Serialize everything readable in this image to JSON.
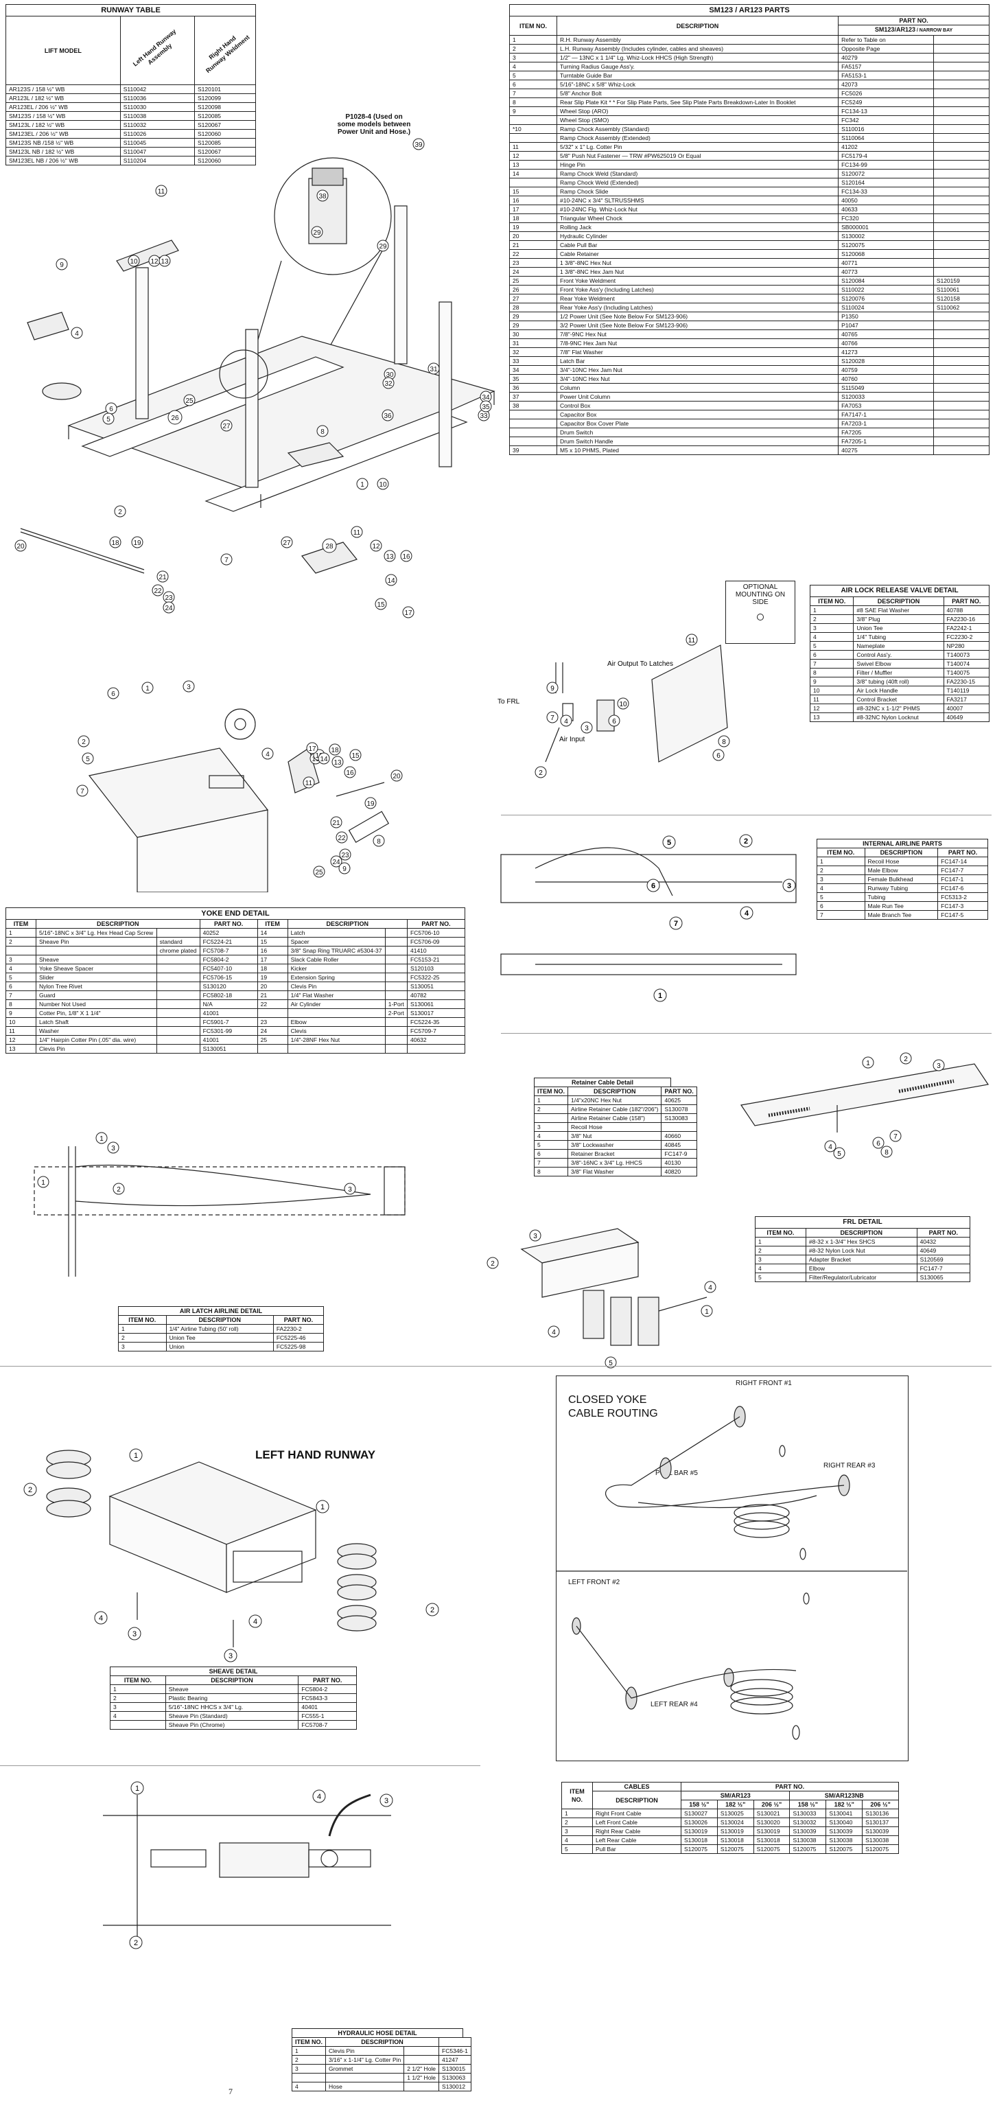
{
  "runway_table": {
    "title": "RUNWAY TABLE",
    "col_model": "LIFT MODEL",
    "col_left": "Left Hand Runway Assembly",
    "col_right": "Right Hand Runway Weldment",
    "rows": [
      [
        "AR123S / 158 ½\" WB",
        "S110042",
        "S120101"
      ],
      [
        "AR123L / 182 ½\" WB",
        "S110036",
        "S120099"
      ],
      [
        "AR123EL / 206 ½\" WB",
        "S110030",
        "S120098"
      ],
      [
        "SM123S / 158 ½\" WB",
        "S110038",
        "S120085"
      ],
      [
        "SM123L / 182 ½\" WB",
        "S110032",
        "S120067"
      ],
      [
        "SM123EL / 206 ½\" WB",
        "S110026",
        "S120060"
      ],
      [
        "SM123S NB /158 ½\" WB",
        "S110045",
        "S120085"
      ],
      [
        "SM123L NB / 182 ½\" WB",
        "S110047",
        "S120067"
      ],
      [
        "SM123EL NB / 206 ½\" WB",
        "S110204",
        "S120060"
      ]
    ]
  },
  "parts_table": {
    "title": "SM123 / AR123  PARTS",
    "col_item": "ITEM NO.",
    "col_desc": "DESCRIPTION",
    "col_part": "PART NO.",
    "col_part_sub": "SM123/AR123",
    "narrow_bay": "NARROW BAY",
    "rows": [
      [
        "1",
        "R.H. Runway Assembly",
        "Refer to Table on",
        ""
      ],
      [
        "2",
        "L.H. Runway Assembly (Includes cylinder, cables and sheaves)",
        "Opposite Page",
        ""
      ],
      [
        "3",
        "1/2\" — 13NC x 1 1/4\" Lg. Whiz-Lock HHCS (High Strength)",
        "40279",
        ""
      ],
      [
        "4",
        "Turning Radius Gauge Ass'y.",
        "FA5157",
        ""
      ],
      [
        "5",
        "Turntable Guide Bar",
        "FA5153-1",
        ""
      ],
      [
        "6",
        "5/16\"-18NC x 5/8\" Whiz-Lock",
        "42073",
        ""
      ],
      [
        "7",
        "5/8\" Anchor Bolt",
        "FC5026",
        ""
      ],
      [
        "8",
        "Rear Slip Plate Kit *   * For Slip Plate Parts, See Slip Plate Parts Breakdown-Later In Booklet",
        "FC5249",
        ""
      ],
      [
        "9",
        "Wheel Stop (ARO)",
        "FC134-13",
        ""
      ],
      [
        "",
        "Wheel Stop (SMO)",
        "FC342",
        ""
      ],
      [
        "*10",
        "Ramp Chock Assembly (Standard)",
        "S110016",
        ""
      ],
      [
        "",
        "Ramp Chock Assembly (Extended)",
        "S110064",
        ""
      ],
      [
        "11",
        "5/32\" x 1\" Lg. Cotter Pin",
        "41202",
        ""
      ],
      [
        "12",
        "5/8\" Push Nut Fastener — TRW #PW625019 Or Equal",
        "FC5179-4",
        ""
      ],
      [
        "13",
        "Hinge Pin",
        "FC134-99",
        ""
      ],
      [
        "14",
        "Ramp Chock Weld (Standard)",
        "S120072",
        ""
      ],
      [
        "",
        "Ramp Chock Weld (Extended)",
        "S120164",
        ""
      ],
      [
        "15",
        "Ramp Chock Slide",
        "FC134-33",
        ""
      ],
      [
        "16",
        "#10-24NC x 3/4\" SLTRUSSHMS",
        "40050",
        ""
      ],
      [
        "17",
        "#10-24NC Flg. Whiz-Lock Nut",
        "40633",
        ""
      ],
      [
        "18",
        "Triangular Wheel Chock",
        "FC320",
        ""
      ],
      [
        "19",
        "Rolling Jack",
        "SB000001",
        ""
      ],
      [
        "20",
        "Hydraulic Cylinder",
        "S130002",
        ""
      ],
      [
        "21",
        "Cable Pull Bar",
        "S120075",
        ""
      ],
      [
        "22",
        "Cable Retainer",
        "S120068",
        ""
      ],
      [
        "23",
        "1 3/8\"-8NC Hex Nut",
        "40771",
        ""
      ],
      [
        "24",
        "1 3/8\"-8NC Hex Jam Nut",
        "40773",
        ""
      ],
      [
        "25",
        "Front Yoke Weldment",
        "S120084",
        "S120159"
      ],
      [
        "26",
        "Front Yoke Ass'y (Including Latches)",
        "S110022",
        "S110061"
      ],
      [
        "27",
        "Rear Yoke Weldment",
        "S120076",
        "S120158"
      ],
      [
        "28",
        "Rear Yoke Ass'y (Including Latches)",
        "S110024",
        "S110062"
      ],
      [
        "29",
        "1/2 Power Unit (See Note Below For SM123-906)",
        "P1350",
        ""
      ],
      [
        "29",
        "3/2 Power Unit (See Note Below For SM123-906)",
        "P1047",
        ""
      ],
      [
        "30",
        "7/8\"-9NC Hex Nut",
        "40765",
        ""
      ],
      [
        "31",
        "7/8-9NC Hex Jam Nut",
        "40766",
        ""
      ],
      [
        "32",
        "7/8\" Flat Washer",
        "41273",
        ""
      ],
      [
        "33",
        "Latch Bar",
        "S120028",
        ""
      ],
      [
        "34",
        "3/4\"-10NC Hex Jam Nut",
        "40759",
        ""
      ],
      [
        "35",
        "3/4\"-10NC Hex Nut",
        "40760",
        ""
      ],
      [
        "36",
        "Column",
        "S115049",
        ""
      ],
      [
        "37",
        "Power Unit Column",
        "S120033",
        ""
      ],
      [
        "38",
        "Control Box",
        "FA7053",
        ""
      ],
      [
        "",
        "Capacitor Box",
        "FA7147-1",
        ""
      ],
      [
        "",
        "Capacitor Box Cover Plate",
        "FA7203-1",
        ""
      ],
      [
        "",
        "Drum Switch",
        "FA7205",
        ""
      ],
      [
        "",
        "Drum Switch Handle",
        "FA7205-1",
        ""
      ],
      [
        "39",
        "M5 x 10 PHMS, Plated",
        "40275",
        ""
      ]
    ]
  },
  "power_unit_note": "P1028-4 (Used on some models between Power Unit and Hose.)",
  "optional_mounting": "OPTIONAL MOUNTING ON SIDE",
  "air_lock_table": {
    "title": "AIR LOCK RELEASE VALVE DETAIL",
    "col_item": "ITEM NO.",
    "col_desc": "DESCRIPTION",
    "col_part": "PART NO.",
    "rows": [
      [
        "1",
        "#8 SAE Flat Washer",
        "40788"
      ],
      [
        "2",
        "3/8\" Plug",
        "FA2230-16"
      ],
      [
        "3",
        "Union Tee",
        "FA2242-1"
      ],
      [
        "4",
        "1/4\" Tubing",
        "FC2230-2"
      ],
      [
        "5",
        "Nameplate",
        "NP280"
      ],
      [
        "6",
        "Control Ass'y.",
        "T140073"
      ],
      [
        "7",
        "Swivel Elbow",
        "T140074"
      ],
      [
        "8",
        "Filter / Muffler",
        "T140075"
      ],
      [
        "9",
        "3/8\" tubing (40ft roll)",
        "FA2230-15"
      ],
      [
        "10",
        "Air Lock Handle",
        "T140119"
      ],
      [
        "11",
        "Control Bracket",
        "FA3217"
      ],
      [
        "12",
        "#8-32NC x 1-1/2\" PHMS",
        "40007"
      ],
      [
        "13",
        "#8-32NC Nylon Locknut",
        "40649"
      ]
    ]
  },
  "air_labels": {
    "to_frl": "To FRL",
    "air_output": "Air Output To Latches",
    "air_input": "Air Input"
  },
  "internal_airline_table": {
    "title": "INTERNAL AIRLINE PARTS",
    "col_item": "ITEM NO.",
    "col_desc": "DESCRIPTION",
    "col_part": "PART NO.",
    "rows": [
      [
        "1",
        "Recoil Hose",
        "FC147-14"
      ],
      [
        "2",
        "Male Elbow",
        "FC147-7"
      ],
      [
        "3",
        "Female Bulkhead",
        "FC147-1"
      ],
      [
        "4",
        "Runway Tubing",
        "FC147-6"
      ],
      [
        "5",
        "Tubing",
        "FC5313-2"
      ],
      [
        "6",
        "Male Run Tee",
        "FC147-3"
      ],
      [
        "7",
        "Male Branch Tee",
        "FC147-5"
      ]
    ]
  },
  "yoke_end_table": {
    "title": "YOKE END DETAIL",
    "col_item": "ITEM",
    "col_desc": "DESCRIPTION",
    "col_part": "PART NO.",
    "rows": [
      [
        "1",
        "5/16\"-18NC x 3/4\" Lg. Hex Head Cap Screw",
        "",
        "40252",
        "14",
        "Latch",
        "",
        "FC5706-10"
      ],
      [
        "2",
        "Sheave Pin",
        "standard",
        "FC5224-21",
        "15",
        "Spacer",
        "",
        "FC5706-09"
      ],
      [
        "",
        "",
        "chrome plated",
        "FC5708-7",
        "16",
        "3/8\" Snap Ring TRUARC #5304-37",
        "",
        "41410"
      ],
      [
        "3",
        "Sheave",
        "",
        "FC5804-2",
        "17",
        "Slack Cable Roller",
        "",
        "FC5153-21"
      ],
      [
        "4",
        "Yoke Sheave Spacer",
        "",
        "FC5407-10",
        "18",
        "Kicker",
        "",
        "S120103"
      ],
      [
        "5",
        "Slider",
        "",
        "FC5706-15",
        "19",
        "Extension Spring",
        "",
        "FC5322-25"
      ],
      [
        "6",
        "Nylon Tree Rivet",
        "",
        "S130120",
        "20",
        "Clevis Pin",
        "",
        "S130051"
      ],
      [
        "7",
        "Guard",
        "",
        "FC5802-18",
        "21",
        "1/4\" Flat Washer",
        "",
        "40782"
      ],
      [
        "8",
        "Number Not Used",
        "",
        "N/A",
        "22",
        "Air Cylinder",
        "1-Port",
        "S130061"
      ],
      [
        "9",
        "Cotter Pin, 1/8\" X 1 1/4\"",
        "",
        "41001",
        "",
        "",
        "2-Port",
        "S130017"
      ],
      [
        "10",
        "Latch Shaft",
        "",
        "FC5901-7",
        "23",
        "Elbow",
        "",
        "FC5224-35"
      ],
      [
        "11",
        "Washer",
        "",
        "FC5301-99",
        "24",
        "Clevis",
        "",
        "FC5709-7"
      ],
      [
        "12",
        "1/4\" Hairpin Cotter Pin (.05\" dia. wire)",
        "",
        "41001",
        "25",
        "1/4\"-28NF Hex Nut",
        "",
        "40632"
      ],
      [
        "13",
        "Clevis Pin",
        "",
        "S130051",
        "",
        "",
        "",
        ""
      ]
    ]
  },
  "retainer_cable_table": {
    "title": "Retainer Cable Detail",
    "col_item": "ITEM NO.",
    "col_desc": "DESCRIPTION",
    "col_part": "PART NO.",
    "rows": [
      [
        "1",
        "1/4\"x20NC Hex Nut",
        "40625"
      ],
      [
        "2",
        "Airline Retainer Cable (182\"/206\")",
        "S130078"
      ],
      [
        "",
        "Airline Retainer Cable (158\")",
        "S130083"
      ],
      [
        "3",
        "Recoil Hose",
        ""
      ],
      [
        "4",
        "3/8\" Nut",
        "40660"
      ],
      [
        "5",
        "3/8\" Lockwasher",
        "40845"
      ],
      [
        "6",
        "Retainer Bracket",
        "FC147-9"
      ],
      [
        "7",
        "3/8\"-16NC x 3/4\" Lg. HHCS",
        "40130"
      ],
      [
        "8",
        "3/8\" Flat Washer",
        "40820"
      ]
    ]
  },
  "frl_table": {
    "title": "FRL DETAIL",
    "col_item": "ITEM NO.",
    "col_desc": "DESCRIPTION",
    "col_part": "PART NO.",
    "rows": [
      [
        "1",
        "#8-32 x 1-3/4\" Hex SHCS",
        "40432"
      ],
      [
        "2",
        "#8-32 Nylon Lock Nut",
        "40649"
      ],
      [
        "3",
        "Adapter Bracket",
        "S120569"
      ],
      [
        "4",
        "Elbow",
        "FC147-7"
      ],
      [
        "5",
        "Filter/Regulator/Lubricator",
        "S130065"
      ]
    ]
  },
  "air_latch_table": {
    "title": "AIR LATCH AIRLINE DETAIL",
    "col_item": "ITEM NO.",
    "col_desc": "DESCRIPTION",
    "col_part": "PART NO.",
    "rows": [
      [
        "1",
        "1/4\" Airline Tubing (50' roll)",
        "FA2230-2"
      ],
      [
        "2",
        "Union Tee",
        "FC5225-46"
      ],
      [
        "3",
        "Union",
        "FC5225-98"
      ]
    ]
  },
  "left_hand_runway": "LEFT HAND RUNWAY",
  "cable_routing": {
    "title": "CLOSED YOKE CABLE ROUTING",
    "right_front": "RIGHT FRONT #1",
    "right_rear": "RIGHT REAR #3",
    "pull_bar": "PULL BAR #5",
    "left_front": "LEFT FRONT #2",
    "left_rear": "LEFT REAR #4"
  },
  "sheave_table": {
    "title": "SHEAVE DETAIL",
    "col_item": "ITEM NO.",
    "col_desc": "DESCRIPTION",
    "col_part": "PART NO.",
    "rows": [
      [
        "1",
        "Sheave",
        "FC5804-2"
      ],
      [
        "2",
        "Plastic Bearing",
        "FC5843-3"
      ],
      [
        "3",
        "5/16\"-18NC HHCS x 3/4\" Lg.",
        "40401"
      ],
      [
        "4",
        "Sheave Pin (Standard)",
        "FC555-1"
      ],
      [
        "",
        "Sheave Pin (Chrome)",
        "FC5708-7"
      ]
    ]
  },
  "cables_table": {
    "title": "CABLES",
    "col_item": "ITEM NO.",
    "col_desc": "DESCRIPTION",
    "col_part": "PART NO.",
    "group1": "SM/AR123",
    "group2": "SM/AR123NB",
    "sizes": [
      "158 ½\"",
      "182 ½\"",
      "206 ½\"",
      "158 ½\"",
      "182 ½\"",
      "206 ½\""
    ],
    "rows": [
      [
        "1",
        "Right Front Cable",
        "S130027",
        "S130025",
        "S130021",
        "S130033",
        "S130041",
        "S130136"
      ],
      [
        "2",
        "Left Front Cable",
        "S130026",
        "S130024",
        "S130020",
        "S130032",
        "S130040",
        "S130137"
      ],
      [
        "3",
        "Right Rear Cable",
        "S130019",
        "S130019",
        "S130019",
        "S130039",
        "S130039",
        "S130039"
      ],
      [
        "4",
        "Left Rear Cable",
        "S130018",
        "S130018",
        "S130018",
        "S130038",
        "S130038",
        "S130038"
      ],
      [
        "5",
        "Pull Bar",
        "S120075",
        "S120075",
        "S120075",
        "S120075",
        "S120075",
        "S120075"
      ]
    ]
  },
  "hydraulic_hose_table": {
    "title": "HYDRAULIC HOSE DETAIL",
    "col_item": "ITEM NO.",
    "col_desc": "DESCRIPTION",
    "rows": [
      [
        "1",
        "Clevis Pin",
        "",
        "FC5346-1"
      ],
      [
        "2",
        "3/16\" x 1-1/4\" Lg. Cotter Pin",
        "",
        "41247"
      ],
      [
        "3",
        "Grommet",
        "2 1/2\" Hole",
        "S130015"
      ],
      [
        "",
        "",
        "1 1/2\" Hole",
        "S130063"
      ],
      [
        "4",
        "Hose",
        "",
        "S130012"
      ]
    ]
  },
  "page_number": "7"
}
